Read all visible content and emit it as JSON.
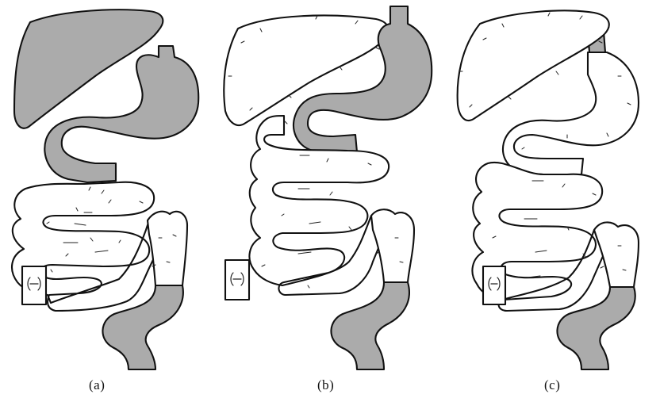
{
  "panels": [
    {
      "id": "a",
      "label": "(a)"
    },
    {
      "id": "b",
      "label": "(b)"
    },
    {
      "id": "c",
      "label": "(c)"
    }
  ],
  "colors": {
    "shaded_organ": "#ababab",
    "outline": "#111111",
    "background": "#ffffff"
  }
}
